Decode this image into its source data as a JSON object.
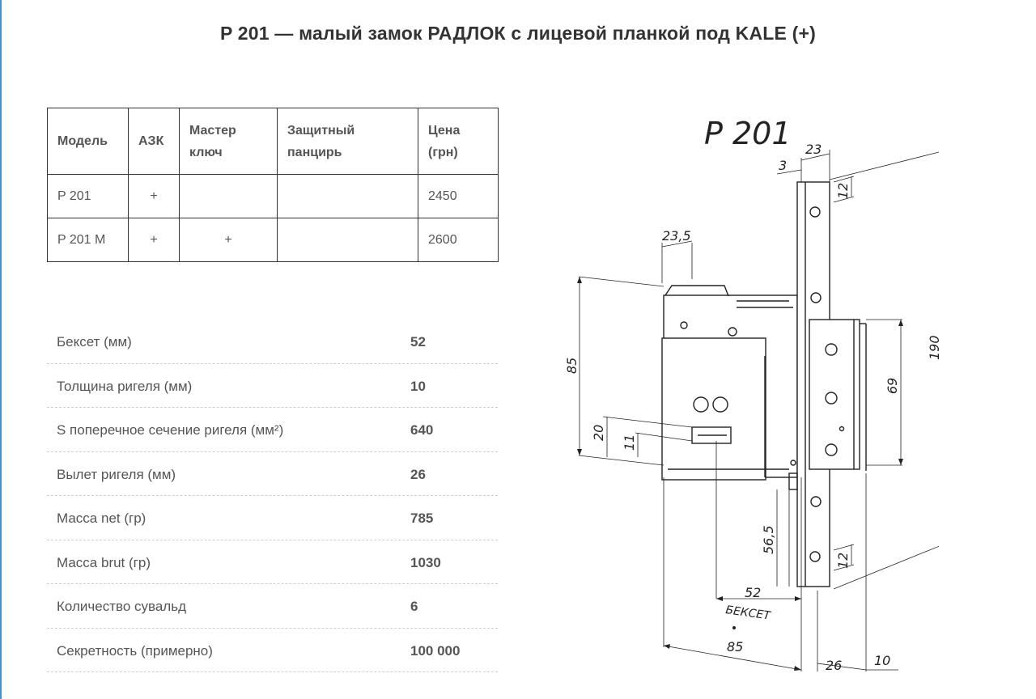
{
  "title": "P 201 — малый замок РАДЛОК с лицевой планкой под KALE (+)",
  "models_table": {
    "headers": [
      "Модель",
      "АЗК",
      "Мастер ключ",
      "Защитный панцирь",
      "Цена (грн)"
    ],
    "rows": [
      [
        "P 201",
        "+",
        "",
        "",
        "2450"
      ],
      [
        "P 201 M",
        "+",
        "+",
        "",
        "2600"
      ]
    ]
  },
  "specs": [
    {
      "label": "Бексет (мм)",
      "value": "52"
    },
    {
      "label": "Толщина ригеля (мм)",
      "value": "10"
    },
    {
      "label": "S поперечное сечение ригеля (мм²)",
      "value": "640"
    },
    {
      "label": "Вылет ригеля (мм)",
      "value": "26"
    },
    {
      "label": "Масса net (гр)",
      "value": "785"
    },
    {
      "label": "Масса brut (гр)",
      "value": "1030"
    },
    {
      "label": "Количество сувальд",
      "value": "6"
    },
    {
      "label": "Секретность (примерно)",
      "value": "100 000"
    }
  ],
  "drawing": {
    "title": "P 201",
    "dims": {
      "d3": "3",
      "d23": "23",
      "d12a": "12",
      "d235": "23,5",
      "d190": "190",
      "d85v": "85",
      "d69": "69",
      "d20": "20",
      "d11": "11",
      "d565": "56,5",
      "d12b": "12",
      "d52": "52",
      "backset": "БЕКСЕТ",
      "d85h": "85",
      "d26": "26",
      "d10": "10"
    }
  }
}
